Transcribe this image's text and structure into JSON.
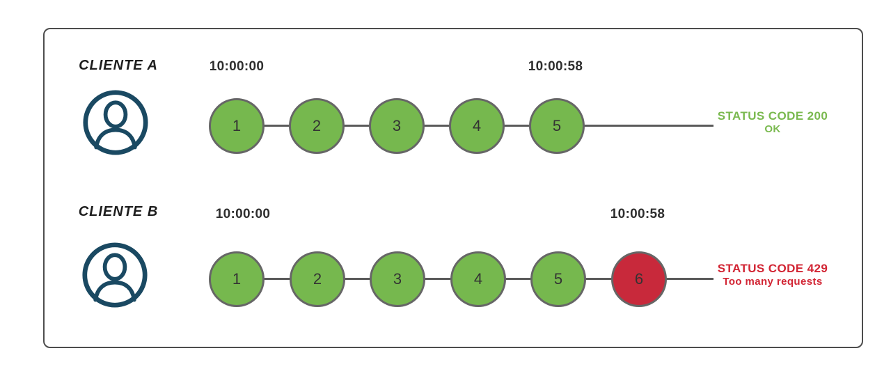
{
  "diagram": {
    "title_hint": "rate-limit comparison of two clients",
    "colors": {
      "success": "#76b84e",
      "error": "#c8293b",
      "success_text": "#7ab94f",
      "error_text": "#d22534",
      "avatar": "#1a4962",
      "line": "#5a5a5a",
      "circle_border": "#666666",
      "frame_border": "#4d4d4d"
    },
    "rows": [
      {
        "client": "CLIENTE A",
        "start_time": "10:00:00",
        "end_time": "10:00:58",
        "requests": [
          "1",
          "2",
          "3",
          "4",
          "5"
        ],
        "status_line1": "STATUS CODE 200",
        "status_line2": "OK"
      },
      {
        "client": "CLIENTE B",
        "start_time": "10:00:00",
        "end_time": "10:00:58",
        "requests": [
          "1",
          "2",
          "3",
          "4",
          "5",
          "6"
        ],
        "status_line1": "STATUS CODE 429",
        "status_line2": "Too many requests"
      }
    ]
  }
}
